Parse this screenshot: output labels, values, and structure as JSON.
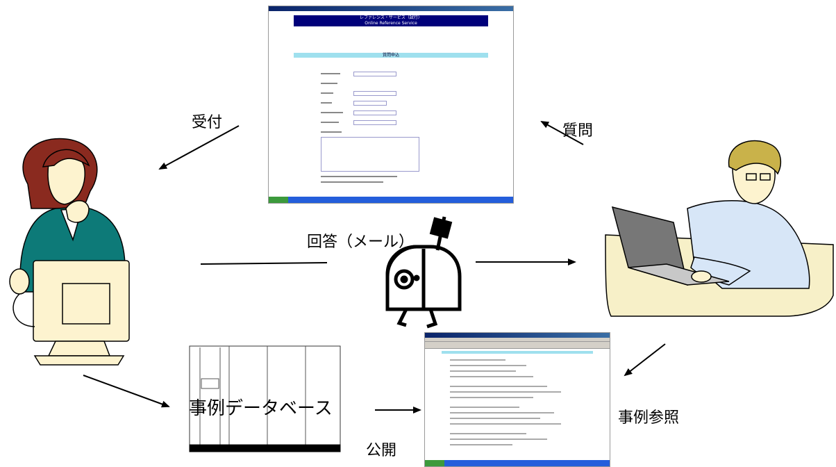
{
  "labels": {
    "reception": "受付",
    "question": "質問",
    "answer_mail": "回答（メール）",
    "publish": "公開",
    "case_reference": "事例参照",
    "case_database": "事例データベース"
  },
  "form_screenshot": {
    "banner_title": "レファレンス・サービス（試行）",
    "banner_subtitle": "Online Reference Service",
    "section_title": "質問申込"
  },
  "colors": {
    "line": "#000000",
    "skin": "#fdf3cf",
    "woman_suit": "#0d7a78",
    "woman_hair": "#8a2a1f",
    "man_shirt": "#d7e6f7",
    "man_hair": "#c9b24a",
    "laptop": "#777777",
    "desk": "#f7f0c8"
  }
}
